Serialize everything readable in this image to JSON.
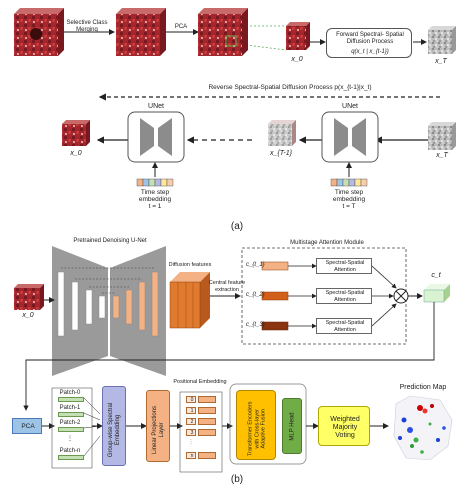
{
  "panel_a": {
    "step_selective": "Selective Class\nMerging",
    "step_pca": "PCA",
    "forward_box": "Forward Spectral- Spatial\nDiffusion Process",
    "forward_formula": "q(x_t | x_{t-1})",
    "x0_label": "x_0",
    "xT_label": "x_T",
    "reverse_title": "Reverse Spectral-Spatial Diffusion Process p(x_{t-1}|x_t)",
    "unet_left": "UNet",
    "unet_right": "UNet",
    "x0_bottom": "x_0",
    "xT1_label": "x_{T-1}",
    "xT_bottom": "x_T",
    "emb_left": "Time step\nembedding\nt = 1",
    "emb_right": "Time step\nembedding\nt = T",
    "caption": "(a)"
  },
  "panel_b": {
    "unet_title": "Pretrained Denoising U-Net",
    "diffusion_features": "Diffusion features",
    "central_feature": "Central feature\nextraction",
    "attention_title": "Multistage Attention Module",
    "attention_1": "Spectral-Spatial\nAttention",
    "attention_2": "Spectral-Spatial\nAttention",
    "attention_3": "Spectral-Spatial\nAttention",
    "c1": "c_{t_1}",
    "c2": "c_{t_2}",
    "c3": "c_{t_3}",
    "ct": "c_t",
    "x0": "x_0",
    "pca": "PCA",
    "patches": [
      "Patch-0",
      "Patch-1",
      "Patch-2",
      "⋮",
      "Patch-n"
    ],
    "group_embedding": "Group-wise Spectral\nEmbedding",
    "linear_projection": "Linear Projections\nLayer",
    "positional_embedding": "Positional Embedding",
    "pos_indices": [
      "0",
      "1",
      "2",
      "3",
      "⋮",
      "n"
    ],
    "transformer": "Transformer Encoders\nwith Cross-layer\nAdaptive Fusion",
    "mlp_head": "MLP Head",
    "weighted_voting": "Weighted\nMajority\nVoting",
    "prediction_map": "Prediction Map",
    "caption": "(b)"
  },
  "colors": {
    "hsi_red": "#a3262c",
    "unet_gray": "#8c8c8c",
    "feature_orange": "#e07a2e",
    "pca_blue": "#9dc3e6",
    "patch_green": "#c5e0b4",
    "group_purple": "#b4b8e4",
    "linear_orange": "#f4b183",
    "transformer_yellow": "#ffc000",
    "mlp_green": "#70ad47",
    "voting_yellow": "#ffff66",
    "ct_green": "#d9f2d0"
  }
}
